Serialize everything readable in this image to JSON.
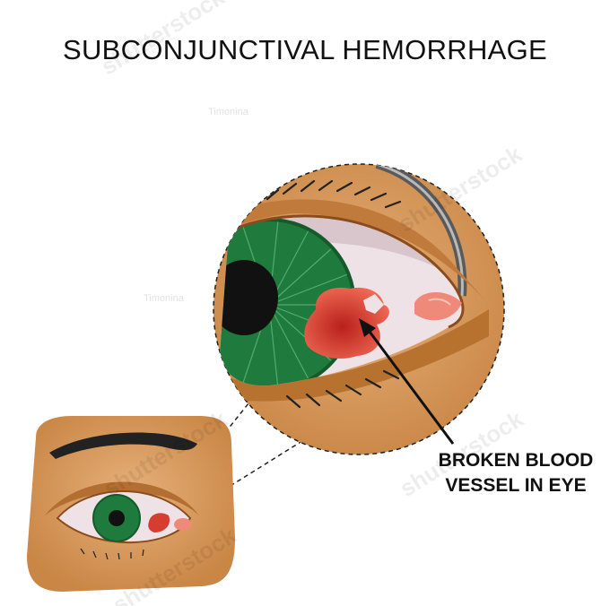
{
  "title": "SUBCONJUNCTIVAL HEMORRHAGE",
  "label_line1": "BROKEN BLOOD",
  "label_line2": "VESSEL IN EYE",
  "watermark": "shutterstock",
  "author_mark": "Timonina",
  "colors": {
    "skin": "#d79a5c",
    "skin_dark": "#b36f31",
    "iris": "#1f7a3e",
    "pupil": "#111111",
    "sclera": "#efe3e6",
    "blood": "#d63c2f",
    "caruncle": "#ef8a7a"
  }
}
